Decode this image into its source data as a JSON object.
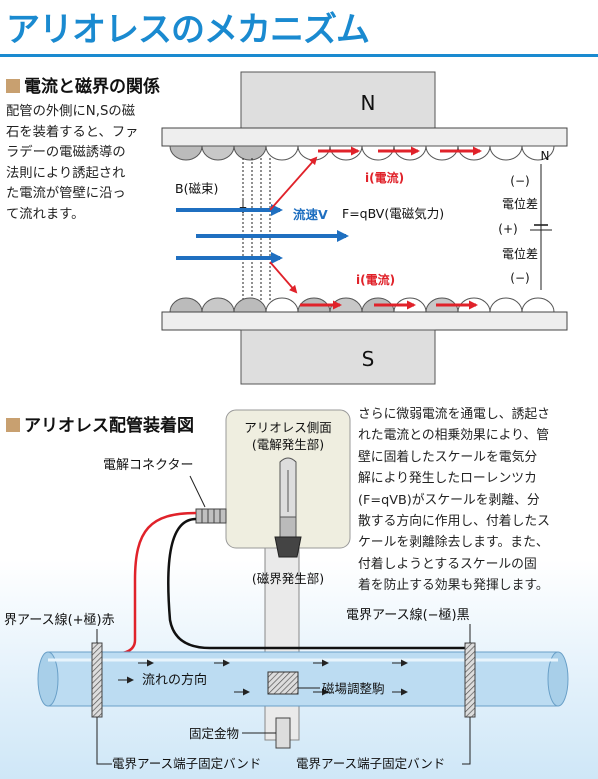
{
  "title": "アリオレスのメカニズム",
  "section1": {
    "heading": "電流と磁界の関係",
    "description_lines": [
      "配管の外側にN,Sの磁",
      "石を装着すると、ファ",
      "ラデーの電磁誘導の",
      "法則により誘起され",
      "た電流が管壁に沿っ",
      "て流れます。"
    ],
    "magnet_north": "N",
    "magnet_south": "S",
    "pole_small": "N",
    "label_b": "B(磁束)",
    "label_flow": "流速V",
    "label_force": "F=qBV(電磁気力)",
    "label_current_top": "i(電流)",
    "label_current_bottom": "i(電流)",
    "label_minus_top": "(−)",
    "label_potential_top": "電位差",
    "label_plus": "(+)",
    "label_potential_bottom": "電位差",
    "label_minus_bottom": "(−)"
  },
  "section2": {
    "heading": "アリオレス配管装着図",
    "description_lines": [
      "さらに微弱電流を通電し、誘起さ",
      "れた電流との相乗効果により、管",
      "壁に固着したスケールを電気分",
      "解により発生したローレンツカ",
      "(F=qVB)がスケールを剥離、分",
      "散する方向に作用し、付着したス",
      "ケールを剥離除去します。また、",
      "付着しようとするスケールの固",
      "着を防止する効果も発揮します。"
    ],
    "side_view_line1": "アリオレス側面",
    "side_view_line2": "(電解発生部)",
    "magnet_part": "(磁界発生部)",
    "connector": "電解コネクター",
    "earth_plus": "界アース線(+極)赤",
    "earth_minus": "電界アース線(−極)黒",
    "flow_direction": "流れの方向",
    "adjust_piece": "磁場調整駒",
    "fixture": "固定金物",
    "band_left": "電界アース端子固定バンド",
    "band_right": "電界アース端子固定バンド"
  },
  "colors": {
    "title_blue": "#1a8ad0",
    "current_red": "#e0222a",
    "flow_blue": "#1f6fc0",
    "magnet_gray": "#d9d9d9",
    "section_mark": "#c8a070"
  }
}
